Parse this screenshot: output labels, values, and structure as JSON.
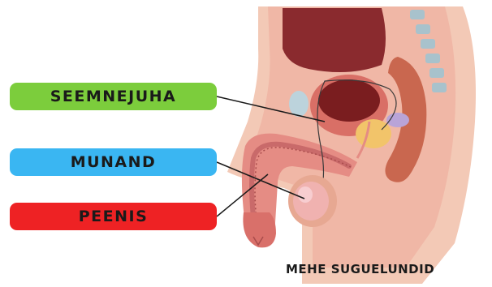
{
  "labels": [
    {
      "id": "seemnejuha",
      "text": "SEEMNEJUHA",
      "color": "#7ccd3c"
    },
    {
      "id": "munand",
      "text": "MUNAND",
      "color": "#3ab6f2"
    },
    {
      "id": "peenis",
      "text": "PEENIS",
      "color": "#ee2224"
    }
  ],
  "caption": "MEHE SUGUELUNDID",
  "colors": {
    "skin": "#f3c9b6",
    "skin_shadow": "#e7a892",
    "tissue": "#e58c84",
    "bladder": "#d96f66",
    "bladder_inner": "#7a1d1f",
    "bowel": "#c9674f",
    "prostate": "#f2c46a",
    "vesicle": "#b9a4d8",
    "spine": "#a8c2cc",
    "line": "#1a1a1a"
  }
}
